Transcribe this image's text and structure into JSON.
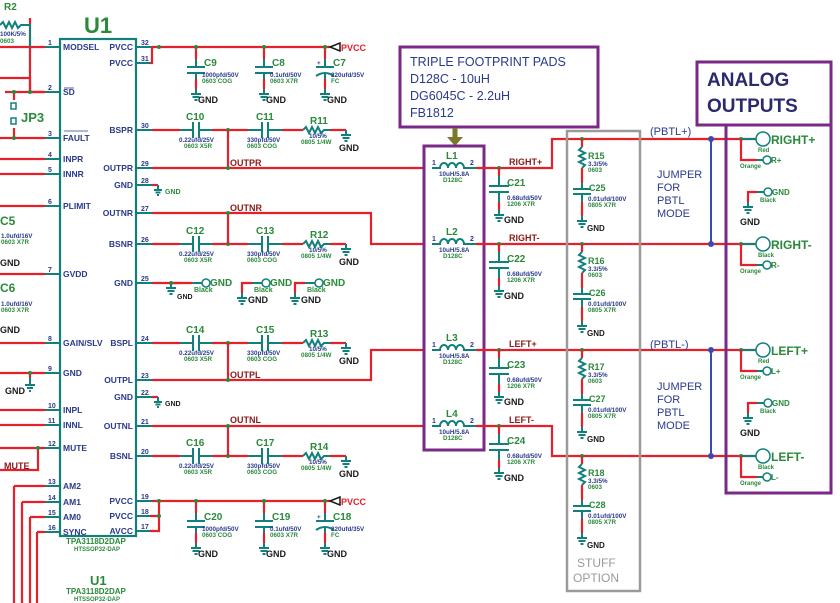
{
  "chip": {
    "ref": "U1",
    "part": "TPA3118D2DAP",
    "package": "HTSSOP32-DAP",
    "left_pins": [
      {
        "num": "1",
        "name": "MODSEL"
      },
      {
        "num": "2",
        "name": "SD"
      },
      {
        "num": "3",
        "name": "FAULT"
      },
      {
        "num": "4",
        "name": "INPR"
      },
      {
        "num": "5",
        "name": "INNR"
      },
      {
        "num": "6",
        "name": "PLIMIT"
      },
      {
        "num": "7",
        "name": "GVDD"
      },
      {
        "num": "8",
        "name": "GAIN/SLV"
      },
      {
        "num": "9",
        "name": "GND"
      },
      {
        "num": "10",
        "name": "INPL"
      },
      {
        "num": "11",
        "name": "INNL"
      },
      {
        "num": "12",
        "name": "MUTE"
      },
      {
        "num": "13",
        "name": "AM2"
      },
      {
        "num": "14",
        "name": "AM1"
      },
      {
        "num": "15",
        "name": "AM0"
      },
      {
        "num": "16",
        "name": "SYNC"
      }
    ],
    "right_pins": [
      {
        "num": "32",
        "name": "PVCC"
      },
      {
        "num": "31",
        "name": "PVCC"
      },
      {
        "num": "30",
        "name": "BSPR"
      },
      {
        "num": "29",
        "name": "OUTPR"
      },
      {
        "num": "28",
        "name": "GND"
      },
      {
        "num": "27",
        "name": "OUTNR"
      },
      {
        "num": "26",
        "name": "BSNR"
      },
      {
        "num": "25",
        "name": "GND"
      },
      {
        "num": "24",
        "name": "BSPL"
      },
      {
        "num": "23",
        "name": "OUTPL"
      },
      {
        "num": "22",
        "name": "GND"
      },
      {
        "num": "21",
        "name": "OUTNL"
      },
      {
        "num": "20",
        "name": "BSNL"
      },
      {
        "num": "19",
        "name": "PVCC"
      },
      {
        "num": "18",
        "name": "PVCC"
      },
      {
        "num": "17",
        "name": "AVCC"
      }
    ],
    "footer_ref": "U1",
    "footer_part": "TPA3118D2DAP",
    "footer_package": "HTSSOP32-DAP"
  },
  "left_parts": {
    "r2": {
      "ref": "R2",
      "value": "100K/5%",
      "pkg": "0603"
    },
    "jp3": {
      "ref": "JP3"
    },
    "c5": {
      "ref": "C5",
      "value": "1.0ufd/16V",
      "pkg": "0603  X7R",
      "gnd": "GND"
    },
    "c6": {
      "ref": "C6",
      "value": "1.0ufd/16V",
      "pkg": "0603  X7R",
      "gnd": "GND"
    },
    "gnd9": "GND",
    "mute_net": "MUTE"
  },
  "nets": {
    "pvcc": "PVCC",
    "gnd": "GND",
    "outpr": "OUTPR",
    "outnr": "OUTNR",
    "outpl": "OUTPL",
    "outnl": "OUTNL",
    "right_plus": "RIGHT+",
    "right_minus": "RIGHT-",
    "left_plus": "LEFT+",
    "left_minus": "LEFT-",
    "pbtl_plus": "(PBTL+)",
    "pbtl_minus": "(PBTL-)"
  },
  "caps": {
    "c9": {
      "ref": "C9",
      "value": "1000pfd/50V",
      "pkg": "0603  COG"
    },
    "c8": {
      "ref": "C8",
      "value": "0.1ufd/50V",
      "pkg": "0603  X7R"
    },
    "c7": {
      "ref": "C7",
      "value": "220ufd/35V",
      "pkg": "FC"
    },
    "c10": {
      "ref": "C10",
      "value": "0.22ufd/25V",
      "pkg": "0603  X5R"
    },
    "c11": {
      "ref": "C11",
      "value": "330pfd/50V",
      "pkg": "0603  COG"
    },
    "c12": {
      "ref": "C12",
      "value": "0.22ufd/25V",
      "pkg": "0603  X5R"
    },
    "c13": {
      "ref": "C13",
      "value": "330pfd/50V",
      "pkg": "0603  COG"
    },
    "c14": {
      "ref": "C14",
      "value": "0.22ufd/25V",
      "pkg": "0603  X5R"
    },
    "c15": {
      "ref": "C15",
      "value": "330pfd/50V",
      "pkg": "0603  COG"
    },
    "c16": {
      "ref": "C16",
      "value": "0.22ufd/25V",
      "pkg": "0603  X5R"
    },
    "c17": {
      "ref": "C17",
      "value": "330pfd/50V",
      "pkg": "0603  COG"
    },
    "c20": {
      "ref": "C20",
      "value": "1000pfd/50V",
      "pkg": "0603  COG"
    },
    "c19": {
      "ref": "C19",
      "value": "0.1ufd/50V",
      "pkg": "0603  X7R"
    },
    "c18": {
      "ref": "C18",
      "value": "220ufd/35V",
      "pkg": "FC"
    },
    "c21": {
      "ref": "C21",
      "value": "0.68ufd/50V",
      "pkg": "1206  X7R"
    },
    "c22": {
      "ref": "C22",
      "value": "0.68ufd/50V",
      "pkg": "1206  X7R"
    },
    "c23": {
      "ref": "C23",
      "value": "0.68ufd/50V",
      "pkg": "1206  X7R"
    },
    "c24": {
      "ref": "C24",
      "value": "0.68ufd/50V",
      "pkg": "1206  X7R"
    },
    "c25": {
      "ref": "C25",
      "value": "0.01ufd/100V",
      "pkg": "0805  X7R"
    },
    "c26": {
      "ref": "C26",
      "value": "0.01ufd/100V",
      "pkg": "0805  X7R"
    },
    "c27": {
      "ref": "C27",
      "value": "0.01ufd/100V",
      "pkg": "0805  X7R"
    },
    "c28": {
      "ref": "C28",
      "value": "0.01ufd/100V",
      "pkg": "0805  X7R"
    }
  },
  "resistors": {
    "r11": {
      "ref": "R11",
      "value": "10/5%",
      "pkg": "0805 1/4W"
    },
    "r12": {
      "ref": "R12",
      "value": "10/5%",
      "pkg": "0805 1/4W"
    },
    "r13": {
      "ref": "R13",
      "value": "10/5%",
      "pkg": "0805 1/4W"
    },
    "r14": {
      "ref": "R14",
      "value": "10/5%",
      "pkg": "0805 1/4W"
    },
    "r15": {
      "ref": "R15",
      "value": "3.3/5%",
      "pkg": "0603"
    },
    "r16": {
      "ref": "R16",
      "value": "3.3/5%",
      "pkg": "0603"
    },
    "r17": {
      "ref": "R17",
      "value": "3.3/5%",
      "pkg": "0603"
    },
    "r18": {
      "ref": "R18",
      "value": "3.3/5%",
      "pkg": "0603"
    }
  },
  "inductors": {
    "l1": {
      "ref": "L1",
      "value": "10uH/5.8A",
      "pkg": "D128C"
    },
    "l2": {
      "ref": "L2",
      "value": "10uH/5.8A",
      "pkg": "D128C"
    },
    "l3": {
      "ref": "L3",
      "value": "10uH/5.8A",
      "pkg": "D128C"
    },
    "l4": {
      "ref": "L4",
      "value": "10uH/5.8A",
      "pkg": "D128C"
    }
  },
  "test_points": {
    "tp_gnd_label": "GND",
    "tp_color": "Black"
  },
  "notes": {
    "footprint_lines": [
      "TRIPLE FOOTPRINT PADS",
      "D128C - 10uH",
      "DG6045C - 2.2uH",
      "FB1812"
    ],
    "jumper_lines": [
      "JUMPER",
      "FOR",
      "PBTL",
      "MODE"
    ],
    "stuff_lines": [
      "STUFF",
      "OPTION"
    ],
    "analog_lines": [
      "ANALOG",
      "OUTPUTS"
    ]
  },
  "outputs": {
    "right_plus": {
      "label": "RIGHT+",
      "color": "Red",
      "alt_label": "R+",
      "alt_color": "Orange"
    },
    "right_gnd": {
      "label": "GND",
      "color": "Black",
      "gnd": "GND"
    },
    "right_minus": {
      "label": "RIGHT-",
      "color": "Black",
      "alt_label": "R-",
      "alt_color": "Orange"
    },
    "left_plus": {
      "label": "LEFT+",
      "color": "Red",
      "alt_label": "L+",
      "alt_color": "Orange"
    },
    "left_gnd": {
      "label": "GND",
      "color": "Black",
      "gnd": "GND"
    },
    "left_minus": {
      "label": "LEFT-",
      "color": "Black",
      "alt_label": "L-",
      "alt_color": "Orange"
    }
  }
}
